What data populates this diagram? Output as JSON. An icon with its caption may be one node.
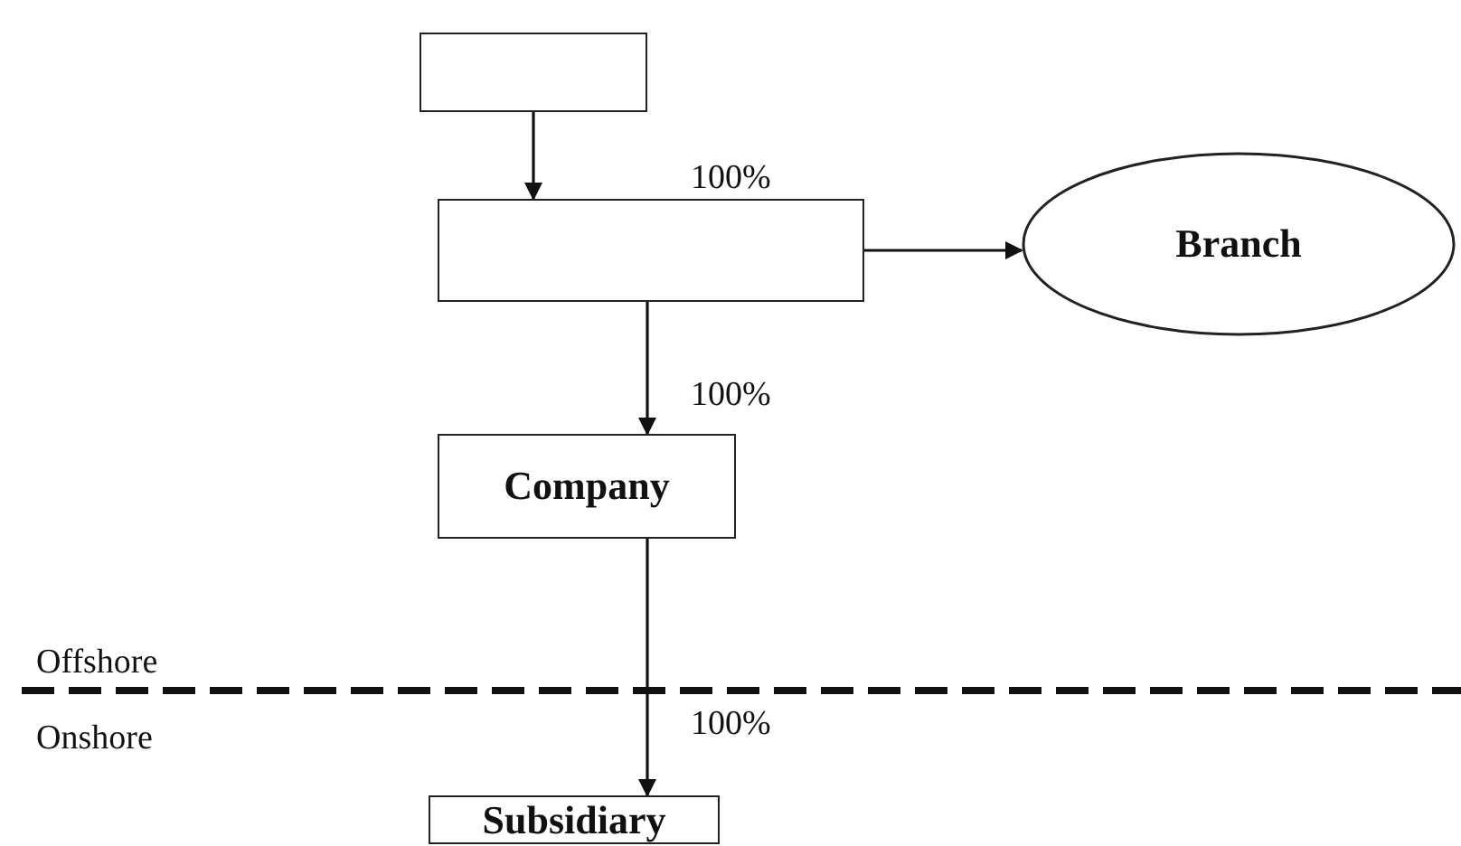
{
  "diagram": {
    "nodes": [
      {
        "text": [],
        "shape": "box"
      },
      {
        "text": [],
        "shape": "box"
      },
      {
        "text": [
          "Branch"
        ]
      },
      {
        "text": [
          "Company"
        ]
      },
      {
        "text": [
          "Subsidiary"
        ]
      }
    ],
    "edges": [
      {
        "from": 0,
        "to": 1,
        "arrow": "to",
        "label": "100%"
      },
      {
        "from": 1,
        "to": 2,
        "arrow": "to"
      },
      {
        "from": 1,
        "to": 3,
        "arrow": "to",
        "label": "100%"
      },
      {
        "from": 3,
        "to": 4,
        "arrow": "to",
        "label": "100%"
      }
    ],
    "labels": [
      "Offshore",
      "Onshore"
    ]
  }
}
